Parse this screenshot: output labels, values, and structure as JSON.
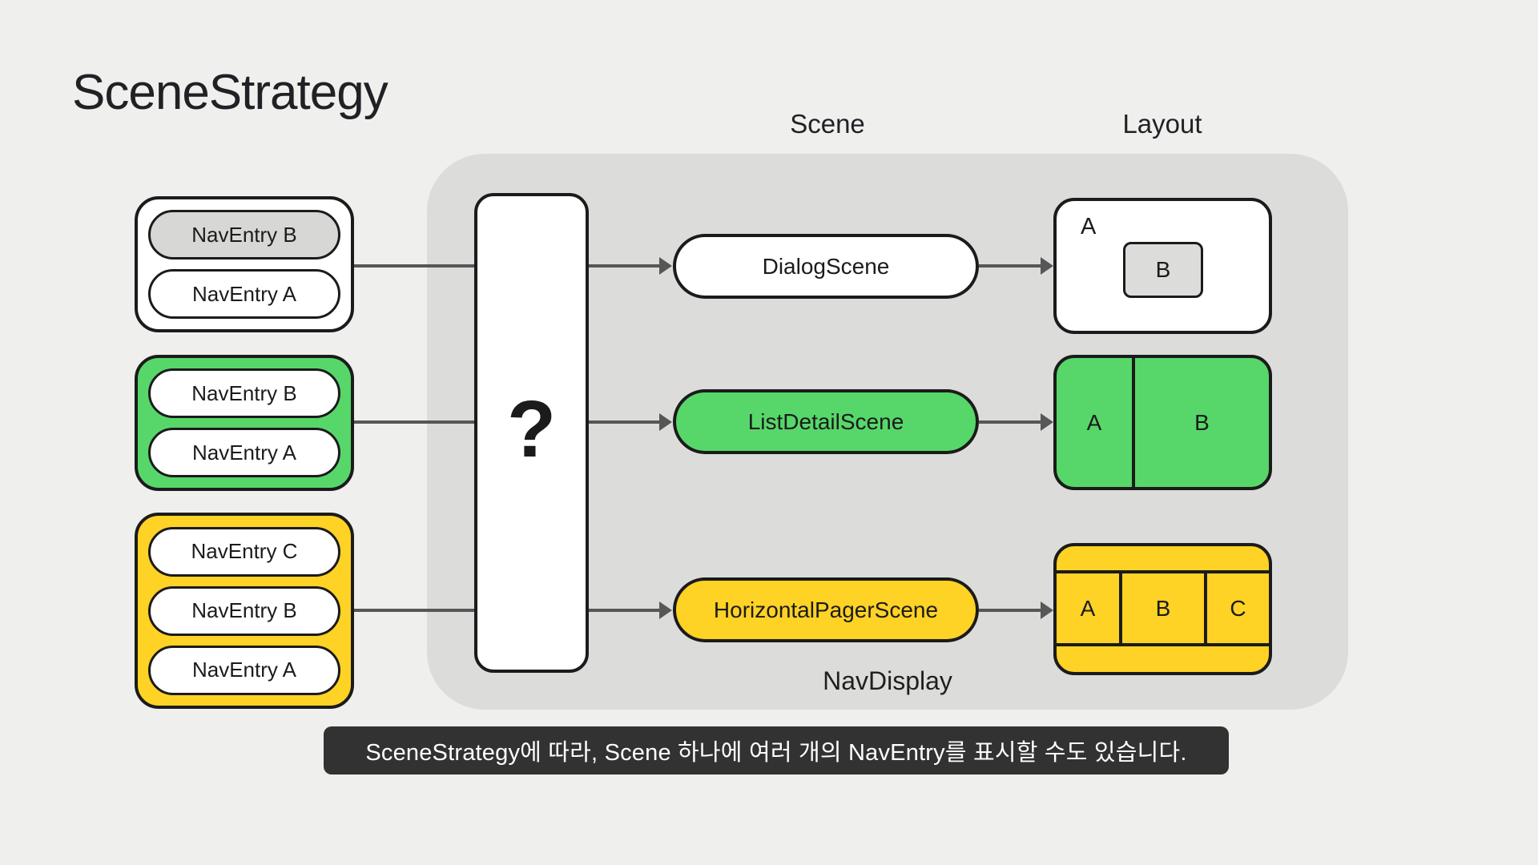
{
  "title": "SceneStrategy",
  "column_headers": {
    "scene": "Scene",
    "layout": "Layout"
  },
  "nav_display": {
    "label": "NavDisplay",
    "strategy_placeholder": "?"
  },
  "backstacks": [
    {
      "fill": "#ffffff",
      "entries": [
        {
          "label": "NavEntry B",
          "fill": "#d7d7d5"
        },
        {
          "label": "NavEntry A",
          "fill": "#ffffff"
        }
      ]
    },
    {
      "fill": "#57d76a",
      "entries": [
        {
          "label": "NavEntry B",
          "fill": "#ffffff"
        },
        {
          "label": "NavEntry A",
          "fill": "#ffffff"
        }
      ]
    },
    {
      "fill": "#ffd226",
      "entries": [
        {
          "label": "NavEntry C",
          "fill": "#ffffff"
        },
        {
          "label": "NavEntry B",
          "fill": "#ffffff"
        },
        {
          "label": "NavEntry A",
          "fill": "#ffffff"
        }
      ]
    }
  ],
  "scenes": [
    {
      "label": "DialogScene",
      "fill": "#ffffff"
    },
    {
      "label": "ListDetailScene",
      "fill": "#57d76a"
    },
    {
      "label": "HorizontalPagerScene",
      "fill": "#ffd226"
    }
  ],
  "layouts": {
    "dialog": {
      "fill": "#ffffff",
      "background_label": "A",
      "dialog_box_label": "B",
      "dialog_box_fill": "#dcdcda"
    },
    "list_detail": {
      "fill": "#57d76a",
      "left_label": "A",
      "right_label": "B"
    },
    "pager": {
      "fill": "#ffd226",
      "page_a": "A",
      "page_b": "B",
      "page_c": "C"
    }
  },
  "caption": {
    "text": "SceneStrategy에 따라, Scene 하나에 여러 개의 NavEntry를 표시할 수도 있습니다.",
    "background": "#323232"
  },
  "colors": {
    "page_background": "#efefee",
    "nav_display_panel": "#dcdcda",
    "outline": "#1b1b1b",
    "connector": "#575757",
    "green": "#57d76a",
    "yellow": "#ffd226",
    "highlight_gray": "#d7d7d5",
    "caption_background": "#323232",
    "text": "#202124"
  }
}
